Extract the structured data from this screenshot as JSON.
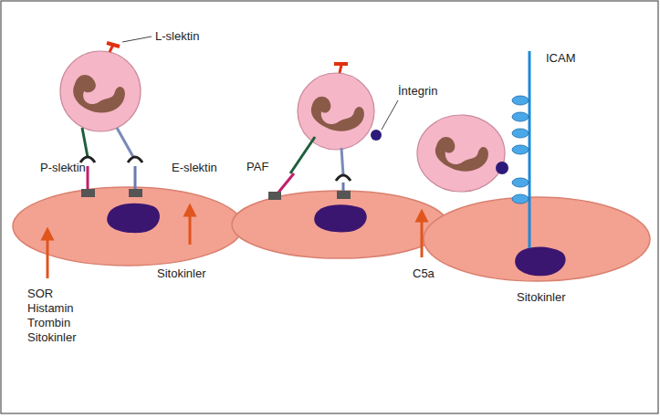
{
  "diagram": {
    "labels": [
      "L-slektin",
      "P-slektin",
      "E-slektin",
      "Sitokinler",
      "SOR",
      "Histamin",
      "Trombin",
      "Sitokinler",
      "PAF",
      "İntegrin",
      "ICAM",
      "C5a",
      "Sitokinler"
    ]
  }
}
